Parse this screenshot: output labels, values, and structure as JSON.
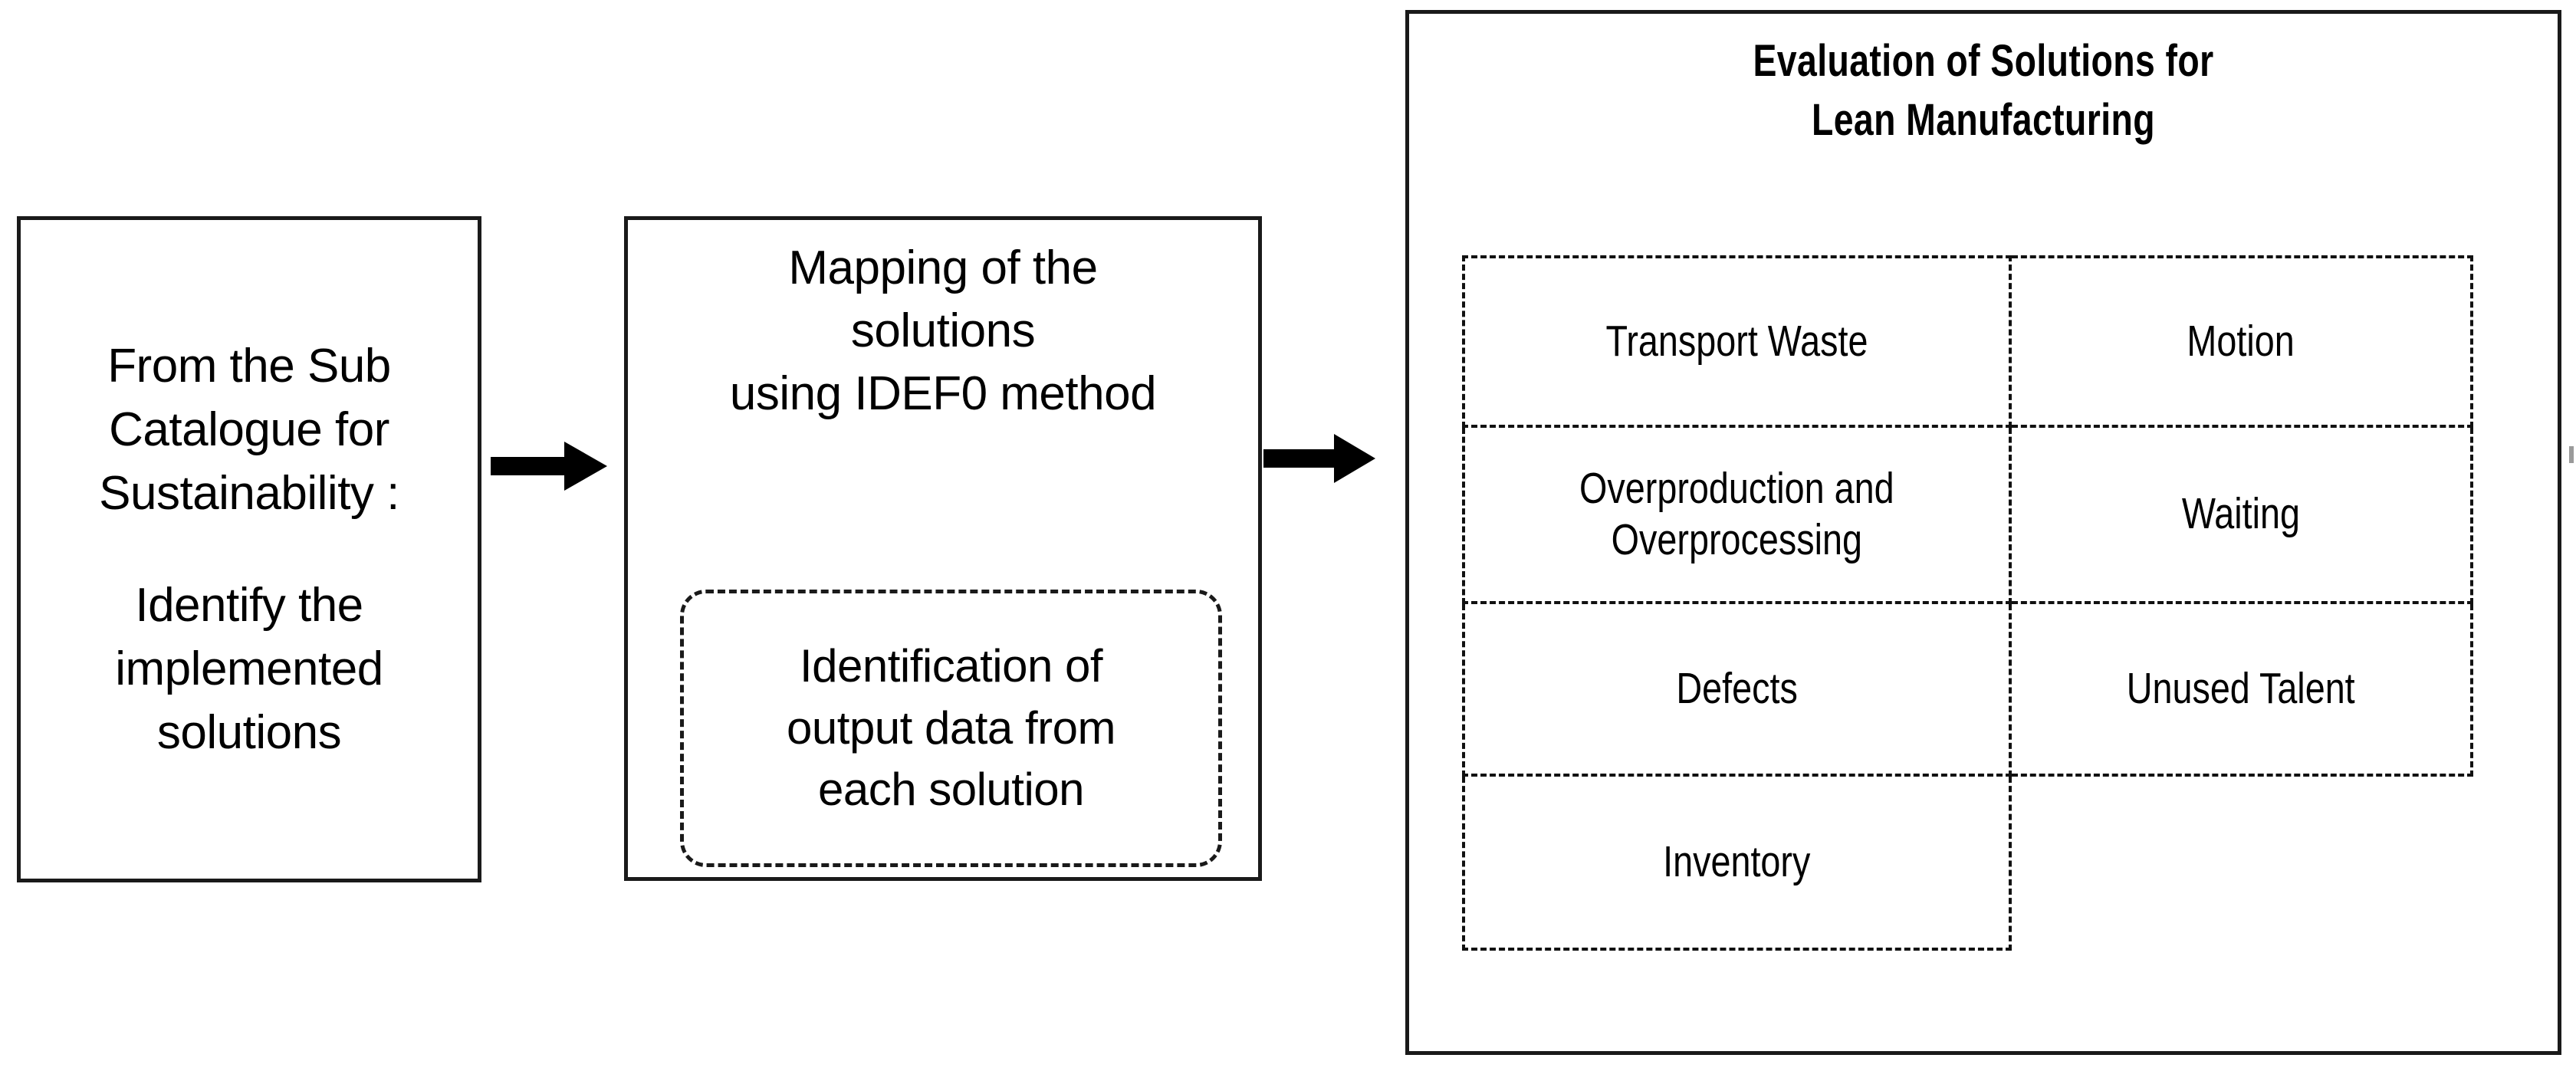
{
  "stage1": {
    "name": "source-stage",
    "text": "From the Sub\nCatalogue for\nSustainability :",
    "text2": "Identify the\nimplemented\nsolutions"
  },
  "arrows": {
    "arrow1_name": "flow-arrow-right",
    "arrow2_name": "flow-arrow-right"
  },
  "stage2": {
    "name": "mapping-stage",
    "heading": "Mapping of the\nsolutions\nusing IDEF0 method",
    "inner": "Identification of\noutput data from\neach solution"
  },
  "stage3": {
    "name": "evaluation-stage",
    "title": "Evaluation of Solutions for\nLean Manufacturing",
    "grid": {
      "left_column": [
        "Transport Waste",
        "Overproduction and\nOverprocessing",
        "Defects",
        "Inventory"
      ],
      "right_column": [
        "Motion",
        "Waiting",
        "Unused Talent"
      ]
    }
  },
  "colors": {
    "stroke": "#1a1a1a",
    "dashed_stroke": "#111111",
    "background": "#ffffff",
    "text": "#000000"
  }
}
